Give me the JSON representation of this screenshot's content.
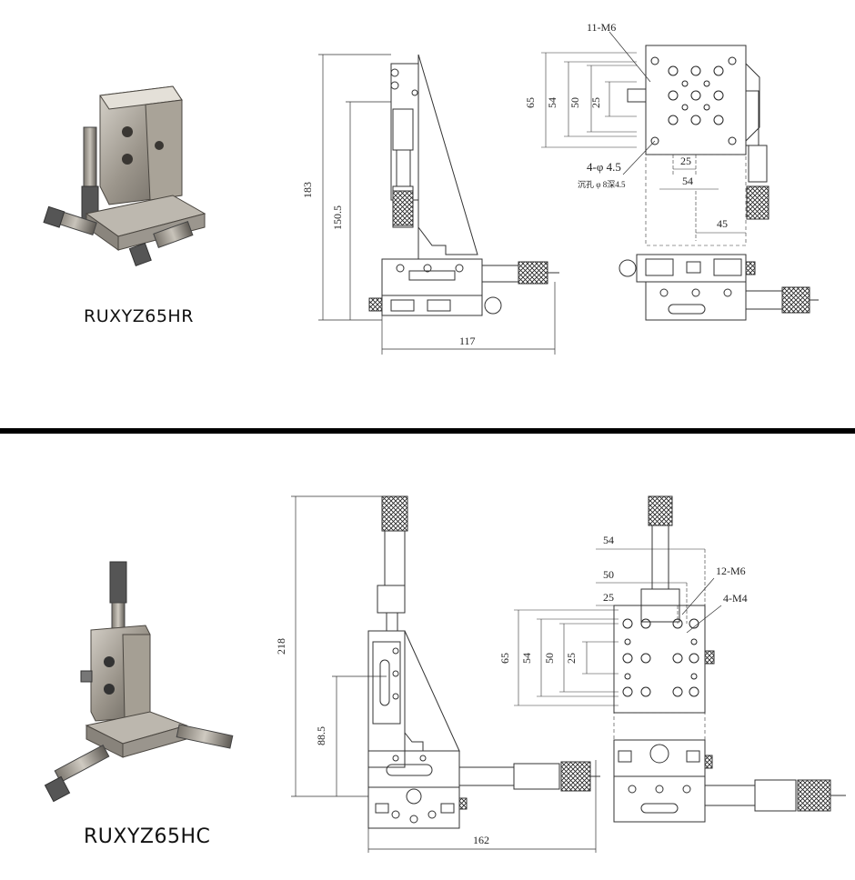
{
  "top": {
    "model": "RUXYZ65HR",
    "dims": {
      "height_total": "183",
      "height_stage": "150.5",
      "width_total": "117",
      "callout_holes": "11-M6",
      "d65": "65",
      "d54": "54",
      "d50": "50",
      "d25v": "25",
      "callout_cbore": "4-φ 4.5",
      "callout_cbore_note": "沉孔 φ 8深4.5",
      "d25h": "25",
      "d54h": "54",
      "d45": "45"
    }
  },
  "bottom": {
    "model": "RUXYZ65HC",
    "dims": {
      "height_total": "218",
      "height_stage": "88.5",
      "width_total": "162",
      "d54h": "54",
      "d50h": "50",
      "d25h": "25",
      "callout_m6": "12-M6",
      "callout_m4": "4-M4",
      "d65": "65",
      "d54": "54",
      "d50": "50",
      "d25v": "25"
    }
  }
}
